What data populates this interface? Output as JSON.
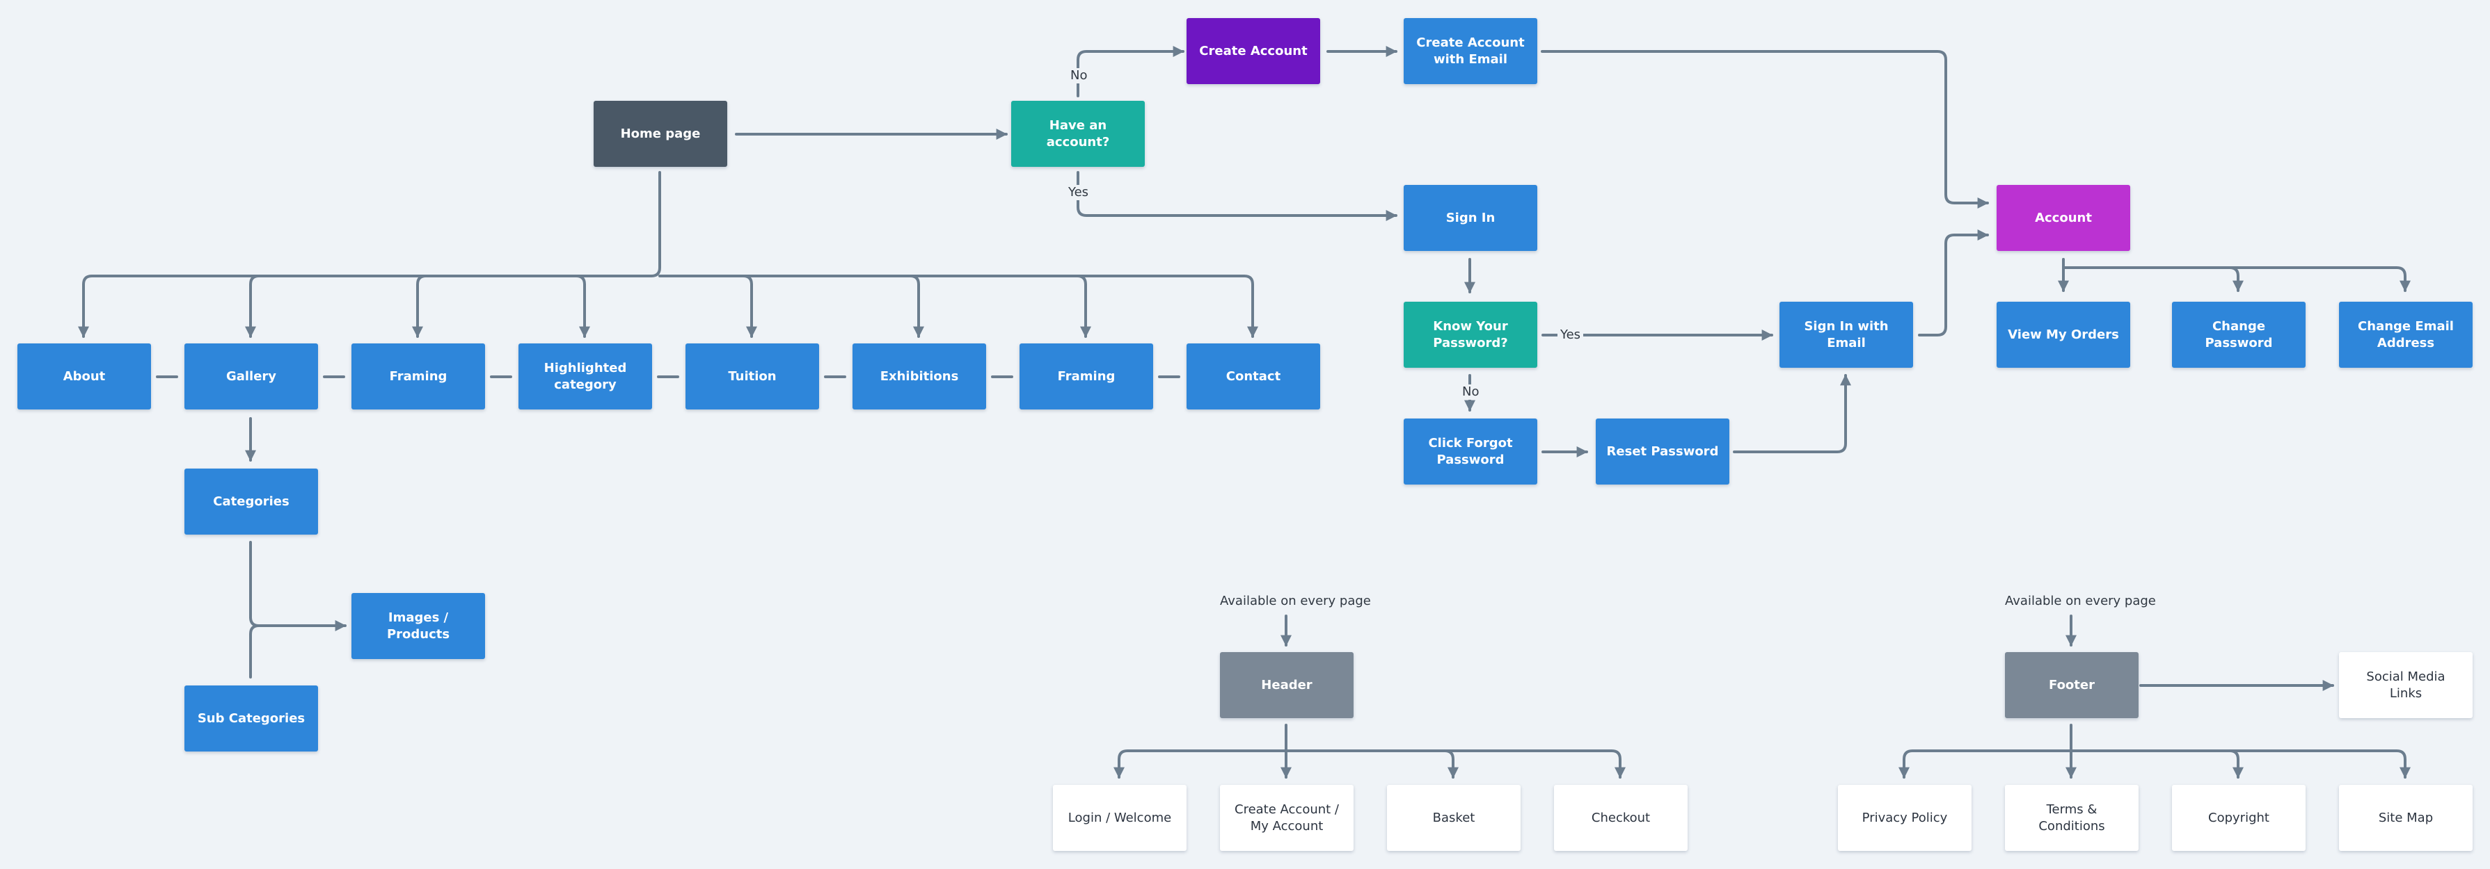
{
  "nodes": {
    "home": "Home page",
    "have_account": "Have an account?",
    "create_account": "Create Account",
    "create_account_email": "Create Account with Email",
    "sign_in": "Sign In",
    "account": "Account",
    "know_password": "Know Your Password?",
    "sign_in_email": "Sign In with Email",
    "click_forgot": "Click Forgot Password",
    "reset_password": "Reset Password",
    "view_orders": "View My Orders",
    "change_password": "Change Password",
    "change_email": "Change Email Address",
    "about": "About",
    "gallery": "Gallery",
    "framing_1": "Framing",
    "highlighted": "Highlighted category",
    "tuition": "Tuition",
    "exhibitions": "Exhibitions",
    "framing_2": "Framing",
    "contact": "Contact",
    "categories": "Categories",
    "images_products": "Images / Products",
    "sub_categories": "Sub Categories",
    "header": "Header",
    "footer": "Footer",
    "login_welcome": "Login / Welcome",
    "create_my_account": "Create Account / My Account",
    "basket": "Basket",
    "checkout": "Checkout",
    "social_links": "Social Media Links",
    "privacy": "Privacy Policy",
    "terms": "Terms & Conditions",
    "copyright": "Copyright",
    "site_map": "Site Map"
  },
  "edge_labels": {
    "no_create": "No",
    "yes_signin": "Yes",
    "yes_know": "Yes",
    "no_know": "No"
  },
  "notes": {
    "header_note": "Available on every page",
    "footer_note": "Available on every page"
  },
  "colors": {
    "background": "#eff3f7",
    "connector": "#6b7d8e",
    "primary_blue": "#2e86da",
    "home_slate": "#4a5866",
    "decision_teal": "#1aafa0",
    "create_purple": "#6e16c2",
    "account_magenta": "#bb32d2",
    "global_gray": "#7b8896"
  }
}
